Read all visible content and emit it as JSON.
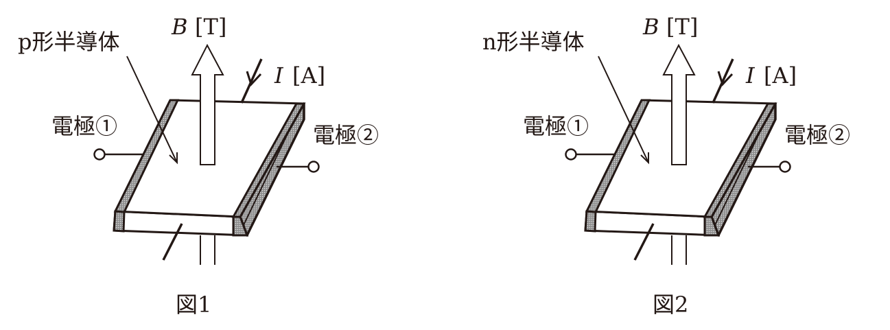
{
  "figures": [
    {
      "semiconductor_label": "p形半導体",
      "field_label": "B",
      "field_unit": "[T]",
      "current_label": "I",
      "current_unit": "[A]",
      "electrode1_label": "電極①",
      "electrode2_label": "電極②",
      "caption": "図1"
    },
    {
      "semiconductor_label": "n形半導体",
      "field_label": "B",
      "field_unit": "[T]",
      "current_label": "I",
      "current_unit": "[A]",
      "electrode1_label": "電極①",
      "electrode2_label": "電極②",
      "caption": "図2"
    }
  ],
  "colors": {
    "ink": "#231815",
    "electrode": "#9a9a9a"
  }
}
